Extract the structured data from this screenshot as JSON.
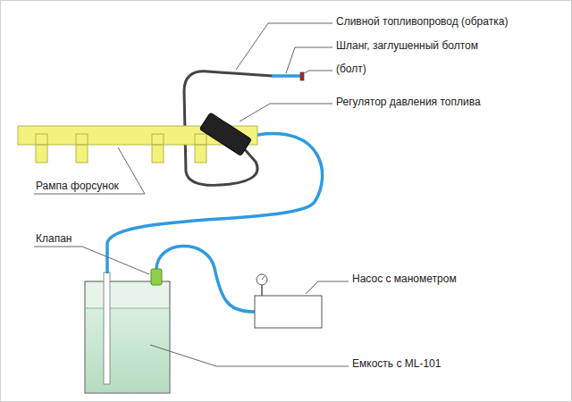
{
  "diagram": {
    "labels": [
      "Сливной топливопровод (обратка)",
      "Шланг, заглушенный болтом",
      "(болт)",
      "Регулятор давления топлива",
      "Рампа форсунок",
      "Клапан",
      "Насос с манометром",
      "Емкость с ML-101"
    ]
  }
}
